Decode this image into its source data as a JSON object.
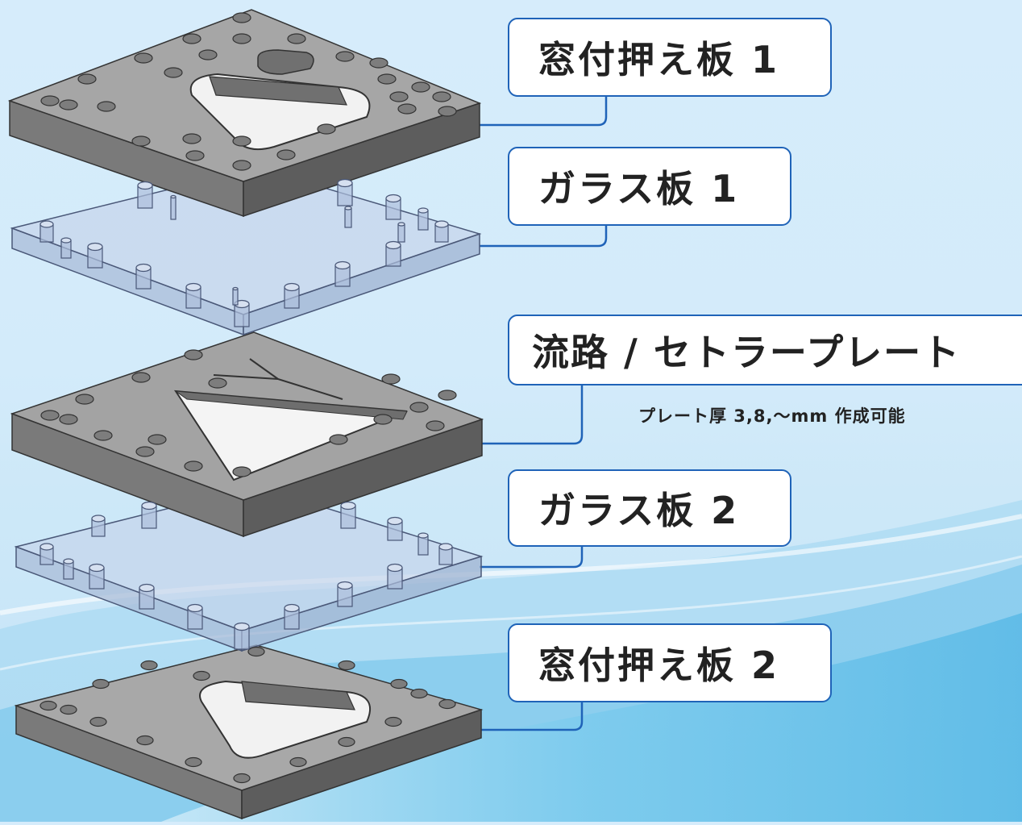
{
  "labels": {
    "window_plate_1": "窓付押え板 1",
    "glass_plate_1": "ガラス板 1",
    "channel_plate": "流路 / セトラープレート",
    "channel_note": "プレート厚 3,8,～mm 作成可能",
    "glass_plate_2": "ガラス板 2",
    "window_plate_2": "窓付押え板 2"
  },
  "colors": {
    "accent": "#1f63b8",
    "metal_top": "#a3a3a3",
    "metal_side": "#6e6e6e",
    "glass": "#b9cce6"
  }
}
